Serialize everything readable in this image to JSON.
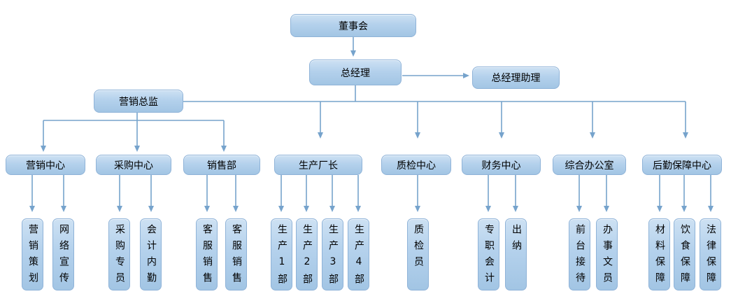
{
  "diagram": {
    "type": "org-chart",
    "root": {
      "label": "董事会"
    },
    "gm": {
      "label": "总经理"
    },
    "gm_assistant": {
      "label": "总经理助理"
    },
    "marketing_director": {
      "label": "营销总监"
    },
    "departments": [
      {
        "label": "营销中心",
        "children": [
          {
            "label": "营销策划"
          },
          {
            "label": "网络宣传"
          }
        ]
      },
      {
        "label": "采购中心",
        "children": [
          {
            "label": "采购专员"
          },
          {
            "label": "会计内勤"
          }
        ]
      },
      {
        "label": "销售部",
        "children": [
          {
            "label": "客服销售"
          },
          {
            "label": "客服销售"
          }
        ]
      },
      {
        "label": "生产厂长",
        "children": [
          {
            "label": "生产1部"
          },
          {
            "label": "生产2部"
          },
          {
            "label": "生产3部"
          },
          {
            "label": "生产4部"
          }
        ]
      },
      {
        "label": "质检中心",
        "children": [
          {
            "label": "质检员"
          }
        ]
      },
      {
        "label": "财务中心",
        "children": [
          {
            "label": "专职会计"
          },
          {
            "label": "出纳"
          }
        ]
      },
      {
        "label": "综合办公室",
        "children": [
          {
            "label": "前台接待"
          },
          {
            "label": "办事文员"
          }
        ]
      },
      {
        "label": "后勤保障中心",
        "children": [
          {
            "label": "材料保障"
          },
          {
            "label": "饮食保障"
          },
          {
            "label": "法律保障"
          }
        ]
      }
    ],
    "colors": {
      "node_fill_top": "#cde1f3",
      "node_fill_bottom": "#a2c5e4",
      "node_border": "#8fb3d8",
      "connector": "#76a3cc",
      "text": "#000000"
    }
  }
}
